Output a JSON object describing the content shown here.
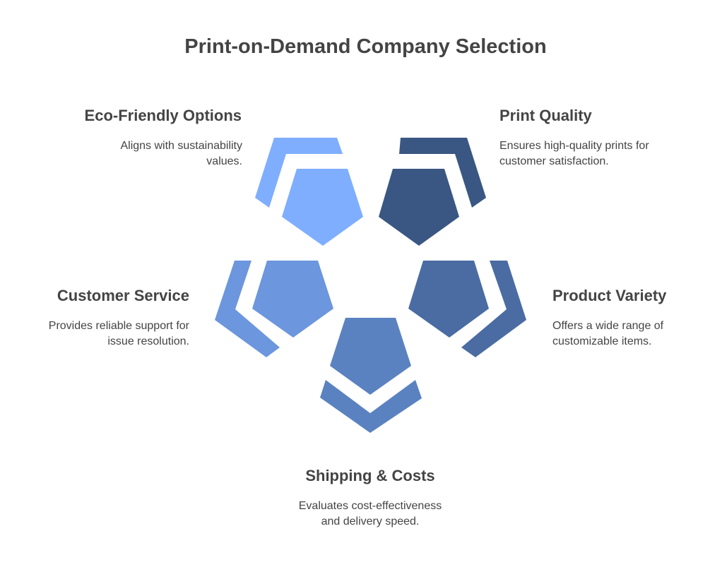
{
  "title": "Print-on-Demand Company Selection",
  "items": [
    {
      "heading": "Eco-Friendly Options",
      "line1": "Aligns with sustainability",
      "line2": "values.",
      "color": "#7FAEFF"
    },
    {
      "heading": "Print Quality",
      "line1": "Ensures high-quality prints for",
      "line2": "customer satisfaction.",
      "color": "#3A5783"
    },
    {
      "heading": "Customer Service",
      "line1": "Provides reliable support for",
      "line2": "issue resolution.",
      "color": "#6C96DD"
    },
    {
      "heading": "Product Variety",
      "line1": "Offers a wide range of",
      "line2": "customizable items.",
      "color": "#4A6CA3"
    },
    {
      "heading": "Shipping & Costs",
      "line1": "Evaluates cost-effectiveness",
      "line2": "and delivery speed.",
      "color": "#5B82C0"
    }
  ]
}
